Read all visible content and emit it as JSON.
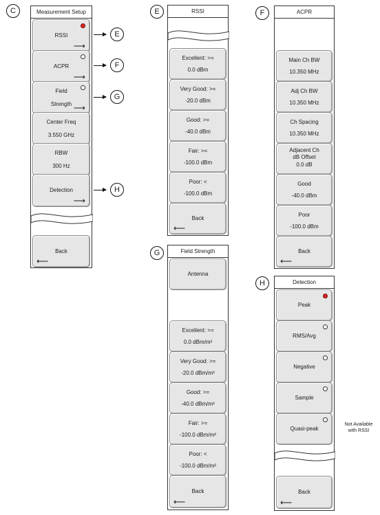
{
  "callouts": {
    "c": "C",
    "e": "E",
    "f": "F",
    "g": "G",
    "h": "H"
  },
  "measurement_setup": {
    "title": "Measurement Setup",
    "rssi": "RSSI",
    "acpr": "ACPR",
    "field_l1": "Field",
    "field_l2": "Strength",
    "center_l1": "Center Freq",
    "center_l2": "3.550 GHz",
    "rbw_l1": "RBW",
    "rbw_l2": "300 Hz",
    "detection": "Detection",
    "back": "Back"
  },
  "rssi_menu": {
    "title": "RSSI",
    "items": [
      {
        "label": "Excellent: >=",
        "value": "0.0 dBm"
      },
      {
        "label": "Very Good: >=",
        "value": "-20.0 dBm"
      },
      {
        "label": "Good: >=",
        "value": "-40.0 dBm"
      },
      {
        "label": "Fair: >=",
        "value": "-100.0 dBm"
      },
      {
        "label": "Poor: <",
        "value": "-100.0 dBm"
      }
    ],
    "back": "Back"
  },
  "acpr_menu": {
    "title": "ACPR",
    "items": [
      {
        "label": "Main Ch BW",
        "value": "10.350 MHz"
      },
      {
        "label": "Adj Ch BW",
        "value": "10.350 MHz"
      },
      {
        "label": "Ch Spacing",
        "value": "10.350 MHz"
      }
    ],
    "offset_l1": "Adjacent Ch",
    "offset_l2": "dB Offset",
    "offset_l3": "0.0 dB",
    "good_label": "Good",
    "good_value": "-40.0 dBm",
    "poor_label": "Poor",
    "poor_value": "-100.0 dBm",
    "back": "Back"
  },
  "field_menu": {
    "title": "Field Strength",
    "antenna": "Antenna",
    "items": [
      {
        "label": "Excellent: >=",
        "value": "0.0 dBm/m²"
      },
      {
        "label": "Very Good: >=",
        "value": "-20.0 dBm/m²"
      },
      {
        "label": "Good: >=",
        "value": "-40.0 dBm/m²"
      },
      {
        "label": "Fair: >=",
        "value": "-100.0 dBm/m²"
      },
      {
        "label": "Poor: <",
        "value": "-100.0 dBm/m²"
      }
    ],
    "back": "Back"
  },
  "detection_menu": {
    "title": "Detection",
    "items": [
      "Peak",
      "RMS/Avg",
      "Negative",
      "Sample",
      "Quasi-peak"
    ],
    "back": "Back"
  },
  "note": {
    "l1": "Not Available",
    "l2": "with RSSI"
  },
  "colors": {
    "selected_radio": "#d22222",
    "button_bg": "#e6e6e6"
  }
}
